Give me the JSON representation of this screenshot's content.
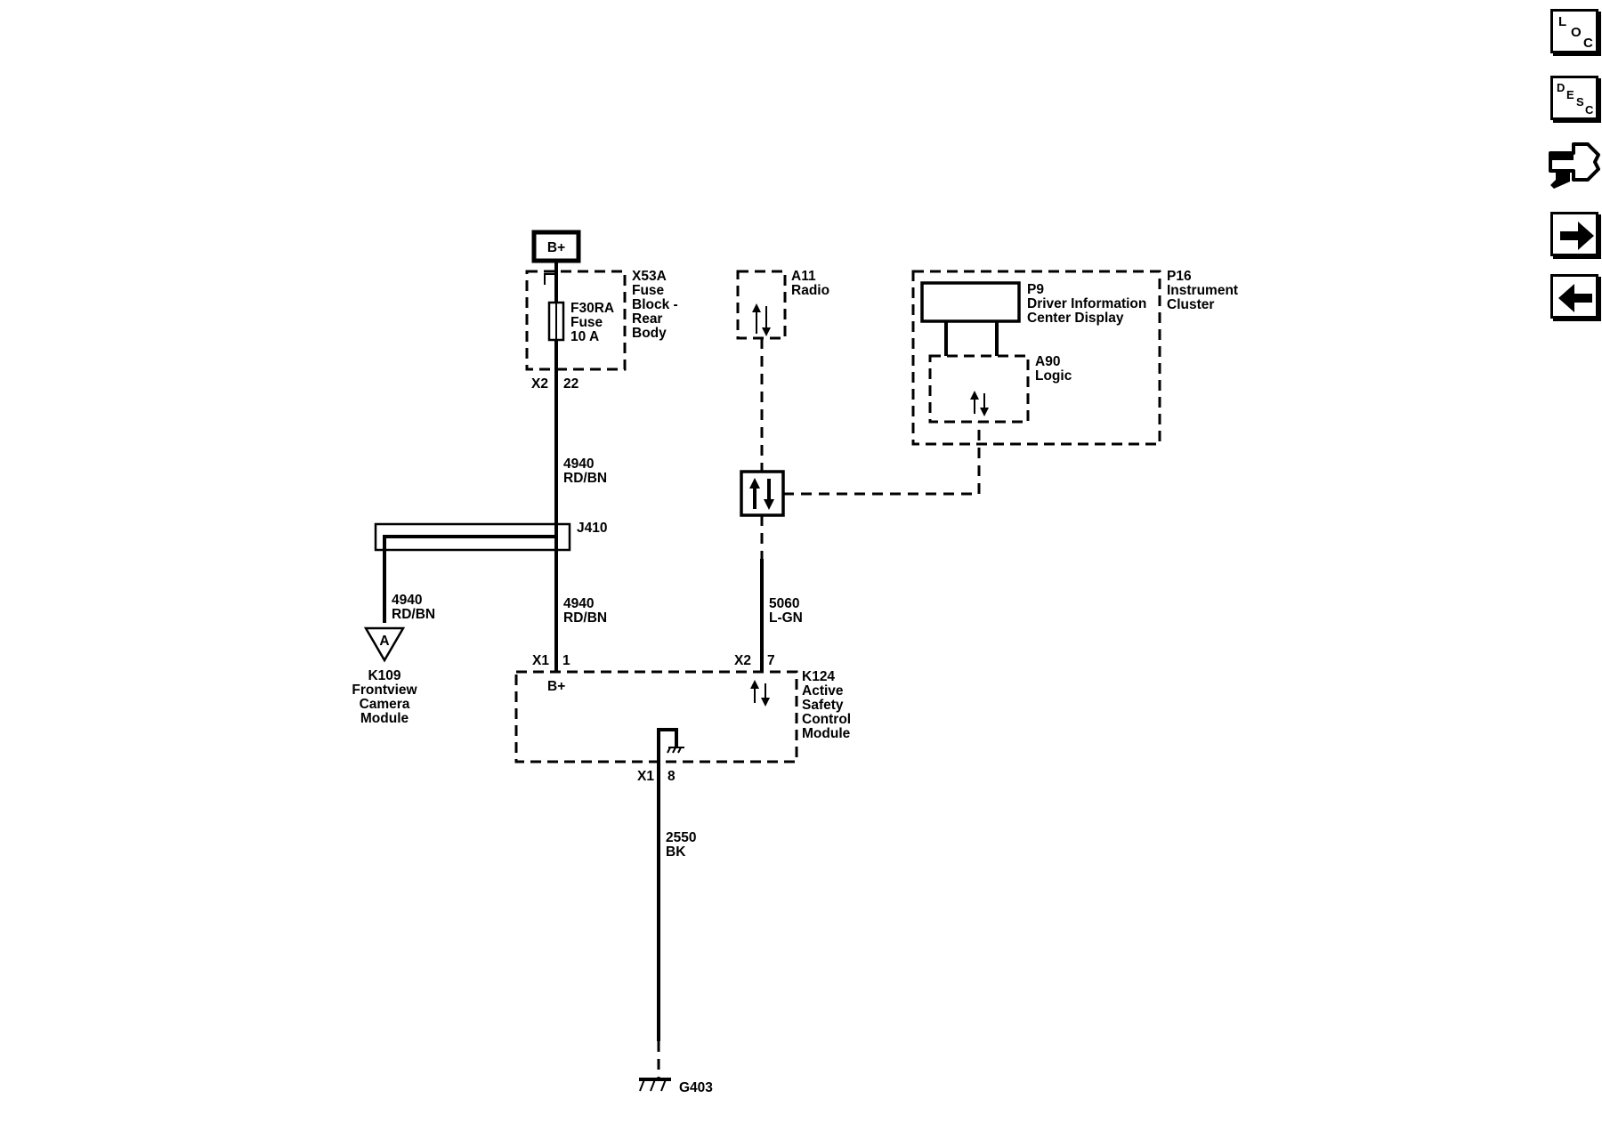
{
  "nav": {
    "loc": [
      "L",
      "O",
      "C"
    ],
    "desc": [
      "D",
      "E",
      "S",
      "C"
    ],
    "icons": [
      "loc-icon",
      "desc-icon",
      "connector-pin-icon",
      "arrow-right-icon",
      "arrow-left-icon"
    ]
  },
  "power": {
    "label": "B+"
  },
  "fuse_block": {
    "id": "X53A",
    "name_lines": [
      "Fuse",
      "Block -",
      "Rear",
      "Body"
    ],
    "fuse_lines": [
      "F30RA",
      "Fuse",
      "10 A"
    ],
    "connector": "X2",
    "pin": "22"
  },
  "radio": {
    "id": "A11",
    "name": "Radio"
  },
  "cluster": {
    "id": "P16",
    "name_lines": [
      "Instrument",
      "Cluster"
    ],
    "display_id": "P9",
    "display_name_lines": [
      "Driver Information",
      "Center Display"
    ],
    "logic_id": "A90",
    "logic_name": "Logic"
  },
  "wires": {
    "w4940_top": [
      "4940",
      "RD/BN"
    ],
    "w4940_bottom": [
      "4940",
      "RD/BN"
    ],
    "w4940_left": [
      "4940",
      "RD/BN"
    ],
    "w5060": [
      "5060",
      "L-GN"
    ],
    "w2550": [
      "2550",
      "BK"
    ]
  },
  "splice": {
    "id": "J410"
  },
  "camera": {
    "connector_letter": "A",
    "name_lines": [
      "K109",
      "Frontview",
      "Camera",
      "Module"
    ]
  },
  "ascm": {
    "name_lines": [
      "K124",
      "Active",
      "Safety",
      "Control",
      "Module"
    ],
    "pin_left_connector": "X1",
    "pin_left_num": "1",
    "pin_left_label": "B+",
    "pin_right_connector": "X2",
    "pin_right_num": "7",
    "ground_connector": "X1",
    "ground_pin": "8"
  },
  "ground": {
    "id": "G403"
  }
}
